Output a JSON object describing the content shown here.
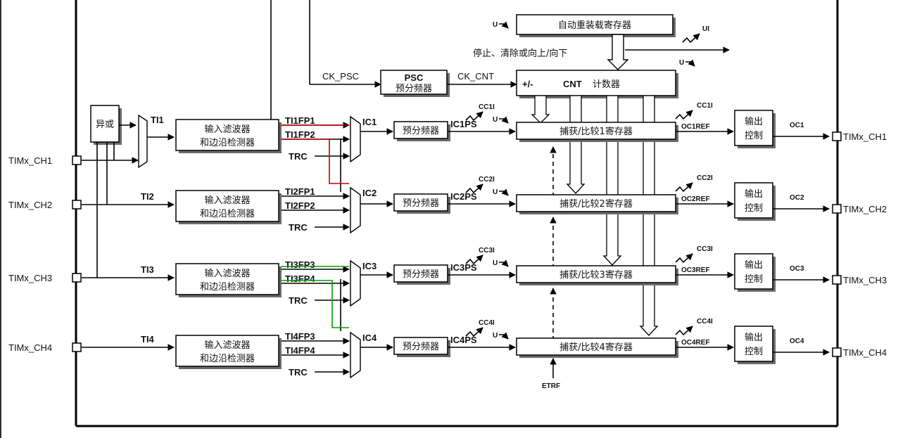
{
  "labels": {
    "arr_register": "自动重装载寄存器",
    "stop_clear": "停止、清除或向上/向下",
    "ck_psc": "CK_PSC",
    "ck_cnt": "CK_CNT",
    "psc_top": "PSC",
    "psc_bottom": "预分频器",
    "cnt_pm": "+/-",
    "cnt_name": "CNT",
    "cnt_cn": "计数器",
    "xor": "异或",
    "ui": "UI",
    "u": "U",
    "etrf": "ETRF",
    "trc": "TRC"
  },
  "inputs": [
    {
      "pin": "TIMx_CH1",
      "ti": "TI1",
      "filter_l1": "输入滤波器",
      "filter_l2": "和边沿检测器",
      "fp_a": "TI1FP1",
      "fp_b": "TI1FP2",
      "ic": "IC1",
      "prescaler": "预分频器",
      "icps": "IC1PS",
      "cci": "CC1I",
      "capture": "捕获/比较1寄存器",
      "cc_out": "CC1I",
      "ocref": "OC1REF",
      "out_l1": "输出",
      "out_l2": "控制",
      "oc": "OC1",
      "out_pin": "TIMx_CH1"
    },
    {
      "pin": "TIMx_CH2",
      "ti": "TI2",
      "filter_l1": "输入滤波器",
      "filter_l2": "和边沿检测器",
      "fp_a": "TI2FP1",
      "fp_b": "TI2FP2",
      "ic": "IC2",
      "prescaler": "预分频器",
      "icps": "IC2PS",
      "cci": "CC2I",
      "capture": "捕获/比较2寄存器",
      "cc_out": "CC2I",
      "ocref": "OC2REF",
      "out_l1": "输出",
      "out_l2": "控制",
      "oc": "OC2",
      "out_pin": "TIMx_CH2"
    },
    {
      "pin": "TIMx_CH3",
      "ti": "TI3",
      "filter_l1": "输入滤波器",
      "filter_l2": "和边沿检测器",
      "fp_a": "TI3FP3",
      "fp_b": "TI3FP4",
      "ic": "IC3",
      "prescaler": "预分频器",
      "icps": "IC3PS",
      "cci": "CC3I",
      "capture": "捕获/比较3寄存器",
      "cc_out": "CC3I",
      "ocref": "OC3REF",
      "out_l1": "输出",
      "out_l2": "控制",
      "oc": "OC3",
      "out_pin": "TIMx_CH3"
    },
    {
      "pin": "TIMx_CH4",
      "ti": "TI4",
      "filter_l1": "输入滤波器",
      "filter_l2": "和边沿检测器",
      "fp_a": "TI4FP3",
      "fp_b": "TI4FP4",
      "ic": "IC4",
      "prescaler": "预分频器",
      "icps": "IC4PS",
      "cci": "CC4I",
      "capture": "捕获/比较4寄存器",
      "cc_out": "CC4I",
      "ocref": "OC4REF",
      "out_l1": "输出",
      "out_l2": "控制",
      "oc": "OC4",
      "out_pin": "TIMx_CH4"
    }
  ],
  "colors": {
    "ch12_link": "#c00000",
    "ch34_link": "#00a000",
    "line": "#000000",
    "shadow": "#6a6a6a"
  }
}
